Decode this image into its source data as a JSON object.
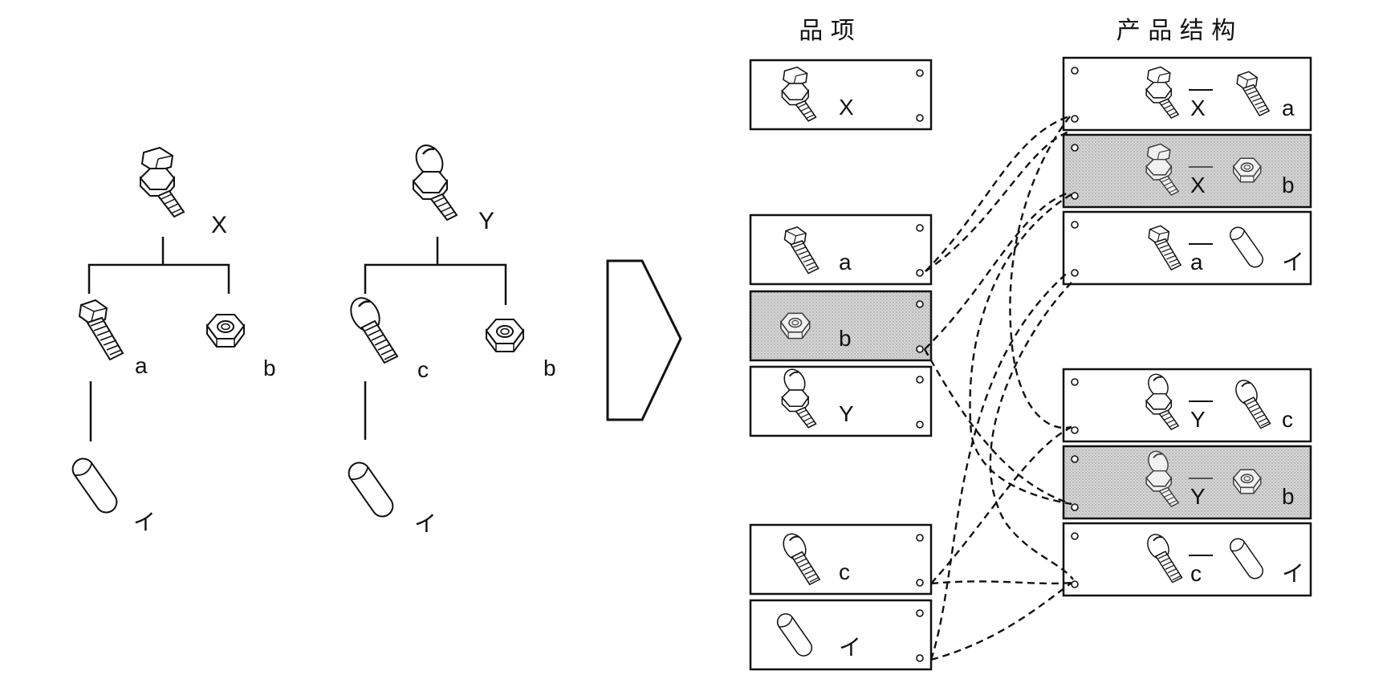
{
  "headers": {
    "items": "品 项",
    "structure": "产 品 结 构"
  },
  "tree_x": {
    "parent": "X",
    "left_child": "a",
    "right_child": "b",
    "grandchild": "イ"
  },
  "tree_y": {
    "parent": "Y",
    "left_child": "c",
    "right_child": "b",
    "grandchild": "イ"
  },
  "item_cards": [
    {
      "label": "X",
      "icon": "assembled-bolt-icon",
      "shaded": false
    },
    {
      "label": "a",
      "icon": "hex-bolt-icon",
      "shaded": false
    },
    {
      "label": "b",
      "icon": "hex-nut-icon",
      "shaded": true
    },
    {
      "label": "Y",
      "icon": "round-head-assembly-icon",
      "shaded": false
    },
    {
      "label": "c",
      "icon": "round-head-screw-icon",
      "shaded": false
    },
    {
      "label": "イ",
      "icon": "cylinder-pin-icon",
      "shaded": false
    }
  ],
  "structure_cards": [
    {
      "parent": "X",
      "child": "a",
      "shaded": false
    },
    {
      "parent": "X",
      "child": "b",
      "shaded": true
    },
    {
      "parent": "a",
      "child": "イ",
      "shaded": false
    },
    {
      "parent": "Y",
      "child": "c",
      "shaded": false
    },
    {
      "parent": "Y",
      "child": "b",
      "shaded": true
    },
    {
      "parent": "c",
      "child": "イ",
      "shaded": false
    }
  ],
  "colors": {
    "ink": "#111111",
    "shade": "#c9c9c9"
  }
}
